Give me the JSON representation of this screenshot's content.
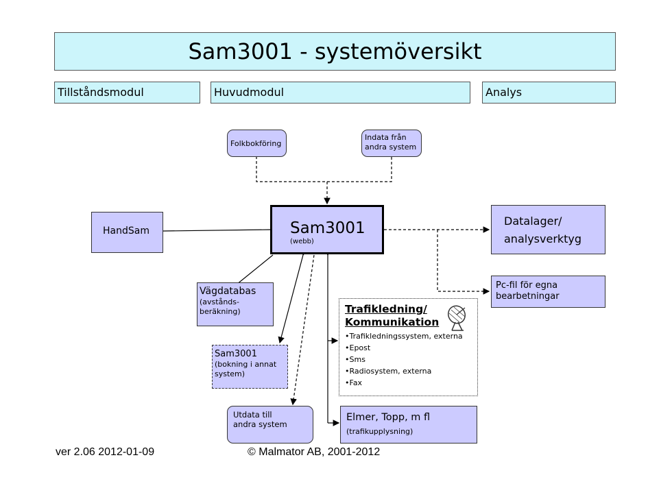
{
  "title": "Sam3001 - systemöversikt",
  "modules": {
    "left": "Tillståndsmodul",
    "middle": "Huvudmodul",
    "right": "Analys"
  },
  "nodes": {
    "folkbokforing": "Folkbokföring",
    "indata_line1": "Indata från",
    "indata_line2": "andra system",
    "handsam": "HandSam",
    "sam3001": "Sam3001",
    "webb": "(webb)",
    "datalager_line1": "Datalager/",
    "datalager_line2": "analysverktyg",
    "pcfil_line1": "Pc-fil för egna",
    "pcfil_line2": "bearbetningar",
    "vagdatabas_title": "Vägdatabas",
    "vagdatabas_line1": "(avstånds-",
    "vagdatabas_line2": "beräkning)",
    "sam3001b_title": "Sam3001",
    "sam3001b_line1": "(bokning i annat",
    "sam3001b_line2": "system)",
    "utdata_line1": "Utdata till",
    "utdata_line2": "andra system",
    "elmer_title": "Elmer, Topp, m fl",
    "elmer_sub": "(trafikupplysning)"
  },
  "traffic": {
    "title_line1": "Trafikledning/",
    "title_line2": "Kommunikation",
    "items": [
      "Trafikledningssystem, externa",
      "Epost",
      "Sms",
      "Radiosystem, externa",
      "Fax"
    ],
    "icon": "satellite-dish-icon"
  },
  "footer": {
    "version": "ver 2.06 2012-01-09",
    "copyright": "© Malmator AB, 2001-2012"
  },
  "colors": {
    "header_fill": "#ccf5fb",
    "node_fill": "#cccbff"
  }
}
